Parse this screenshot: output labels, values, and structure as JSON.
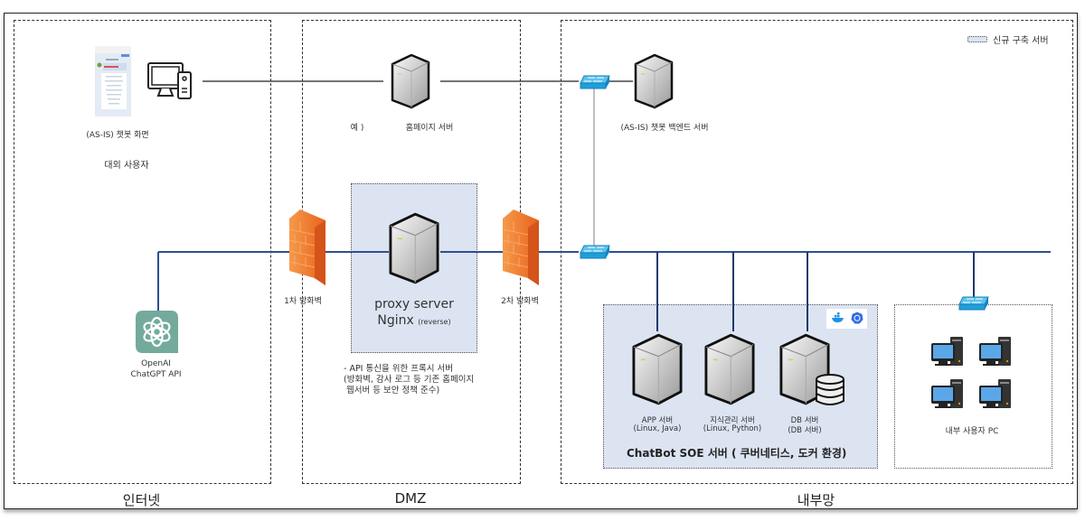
{
  "zones": {
    "internet": {
      "label": "인터넷"
    },
    "dmz": {
      "label": "DMZ"
    },
    "internal": {
      "label": "내부망"
    }
  },
  "legend": {
    "label": "신규 구축 서버",
    "swatch_color": "#dce4f2"
  },
  "internet": {
    "chatbot_screen_label": "(AS-IS) 챗봇 화면",
    "external_user_label": "대외 사용자",
    "openai_label_1": "OpenAI",
    "openai_label_2": "ChatGPT API"
  },
  "dmz": {
    "example_label": "예 )",
    "homepage_server_label": "홈페이지 서버",
    "firewall1_label": "1차 방화벽",
    "firewall2_label": "2차 방화벽",
    "proxy_title": "proxy server",
    "proxy_sub": "Nginx",
    "proxy_sub_small": "(reverse)",
    "proxy_note": "- API 통신을 위한 프록시 서버\n(방화벽, 감사 로그 등 기존 홈페이지\n 웹서버 등 보안 정책 준수)"
  },
  "internal": {
    "backend_server_label": "(AS-IS) 챗봇 백엔드 서버",
    "soe_title": "ChatBot SOE 서버 ( 쿠버네티스, 도커 환경)",
    "servers": [
      {
        "name": "APP 서버",
        "detail": "(Linux, Java)"
      },
      {
        "name": "지식관리 서버",
        "detail": "(Linux, Python)"
      },
      {
        "name": "DB 서버",
        "detail": "(DB 서버)"
      }
    ],
    "badges": [
      "docker",
      "kubernetes"
    ],
    "internal_pc_label": "내부 사용자 PC"
  },
  "colors": {
    "network_line": "#2f4f8f",
    "firewall": "#f07a2a",
    "switch": "#1e9fd8",
    "openai": "#74aa9c",
    "new_box_fill": "#dce4f2"
  }
}
